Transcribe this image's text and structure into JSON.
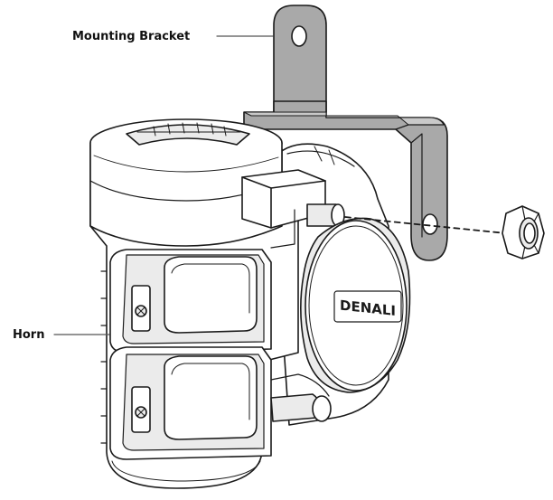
{
  "labels": {
    "mounting_bracket": "Mounting Bracket",
    "horn": "Horn"
  },
  "logo_text": "DENALI",
  "colors": {
    "outline": "#1a1a1a",
    "bracket_fill": "#a9a9a9",
    "bracket_highlight": "#c9c9c9",
    "body_fill": "#ffffff",
    "shade_fill": "#ebebeb",
    "dark_fill": "#9a9a9a"
  }
}
